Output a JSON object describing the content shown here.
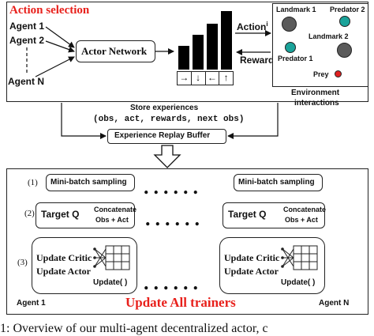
{
  "top": {
    "title": "Action selection",
    "agents": [
      "Agent 1",
      "Agent 2",
      "Agent N"
    ],
    "actor_network": "Actor Network",
    "action_label": "Action",
    "action_sup": "i",
    "reward_label": "Reward",
    "action_arrows": [
      "→",
      "↓",
      "←",
      "↑"
    ],
    "environment": {
      "landmark1": "Landmark 1",
      "predator2": "Predator 2",
      "landmark2": "Landmark 2",
      "predator1": "Predator 1",
      "prey": "Prey",
      "caption_line1": "Environment",
      "caption_line2": "interactions"
    }
  },
  "middle": {
    "store_line1": "Store experiences",
    "store_line2": "(obs, act, rewards, next obs)",
    "buffer": "Experience Replay Buffer"
  },
  "bottom": {
    "steps": [
      "(1)",
      "(2)",
      "(3)"
    ],
    "minibatch": "Mini-batch sampling",
    "target_q": "Target Q",
    "concat_line1": "Concatenate",
    "concat_line2": "Obs + Act",
    "update_critic": "Update Critic",
    "update_actor": "Update Actor",
    "update_fn": "Update( )",
    "agent_left": "Agent 1",
    "agent_right": "Agent N",
    "title": "Update All trainers",
    "ellipsis": "......"
  },
  "caption": "1: Overview of our multi-agent decentralized actor, c",
  "colors": {
    "title_red": "#e8201b",
    "predator_teal": "#1aa39a",
    "landmark_gray": "#5b5b5b",
    "prey_red": "#e02020"
  }
}
